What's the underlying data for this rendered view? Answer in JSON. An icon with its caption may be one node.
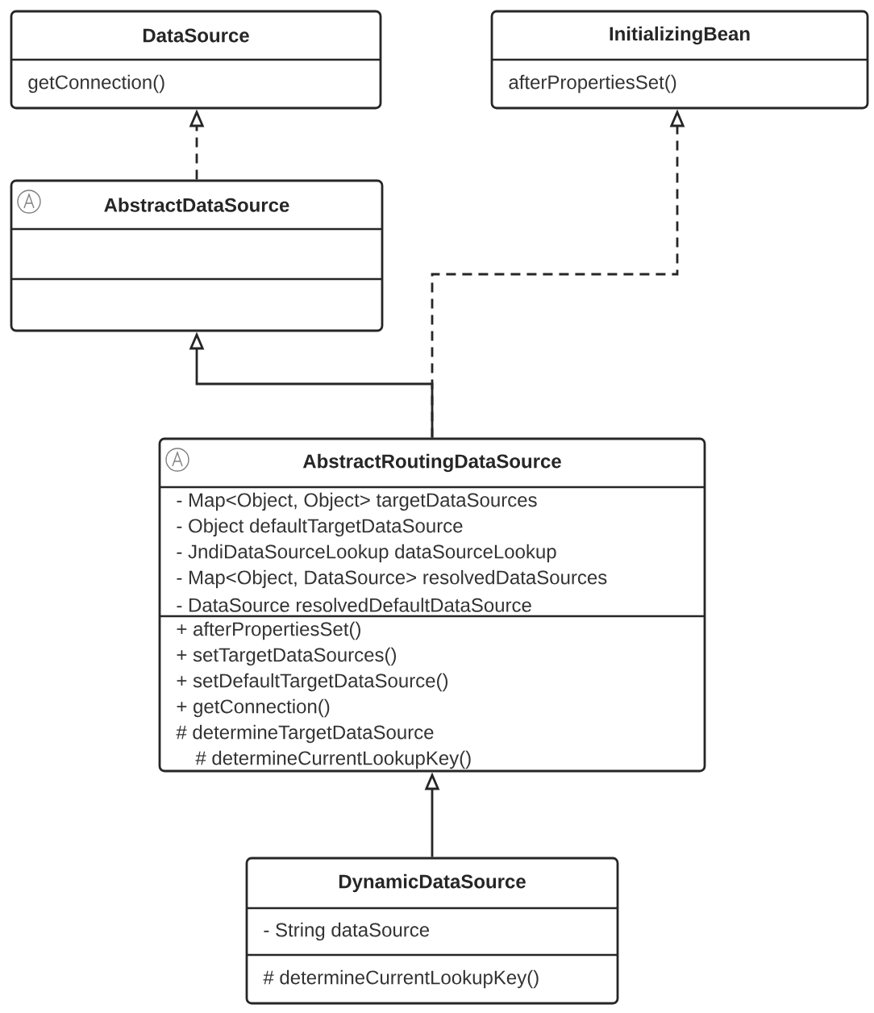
{
  "diagram": {
    "nodes": [
      {
        "text": [
          "DataSource",
          "getConnection()"
        ]
      },
      {
        "text": [
          "InitializingBean",
          "afterPropertiesSet()"
        ]
      },
      {
        "text": [
          "AbstractDataSource"
        ]
      },
      {
        "text": [
          "AbstractRoutingDataSource",
          "- Map<Object, Object> targetDataSources",
          "- Object defaultTargetDataSource",
          "- JndiDataSourceLookup dataSourceLookup",
          "- Map<Object, DataSource> resolvedDataSources",
          "- DataSource resolvedDefaultDataSource",
          "+ afterPropertiesSet()",
          "+ setTargetDataSources()",
          "+ setDefaultTargetDataSource()",
          "+ getConnection()",
          "# determineTargetDataSource",
          "# determineCurrentLookupKey()"
        ]
      },
      {
        "text": [
          "DynamicDataSource",
          "- String dataSource",
          "# determineCurrentLookupKey()"
        ]
      }
    ],
    "edges": [
      {
        "from": 2,
        "to": 0,
        "arrow": "to",
        "style": "dashed"
      },
      {
        "from": 3,
        "to": 1,
        "arrow": "to",
        "style": "dashed"
      },
      {
        "from": 3,
        "to": 2,
        "arrow": "to"
      },
      {
        "from": 4,
        "to": 3,
        "arrow": "to"
      }
    ]
  }
}
